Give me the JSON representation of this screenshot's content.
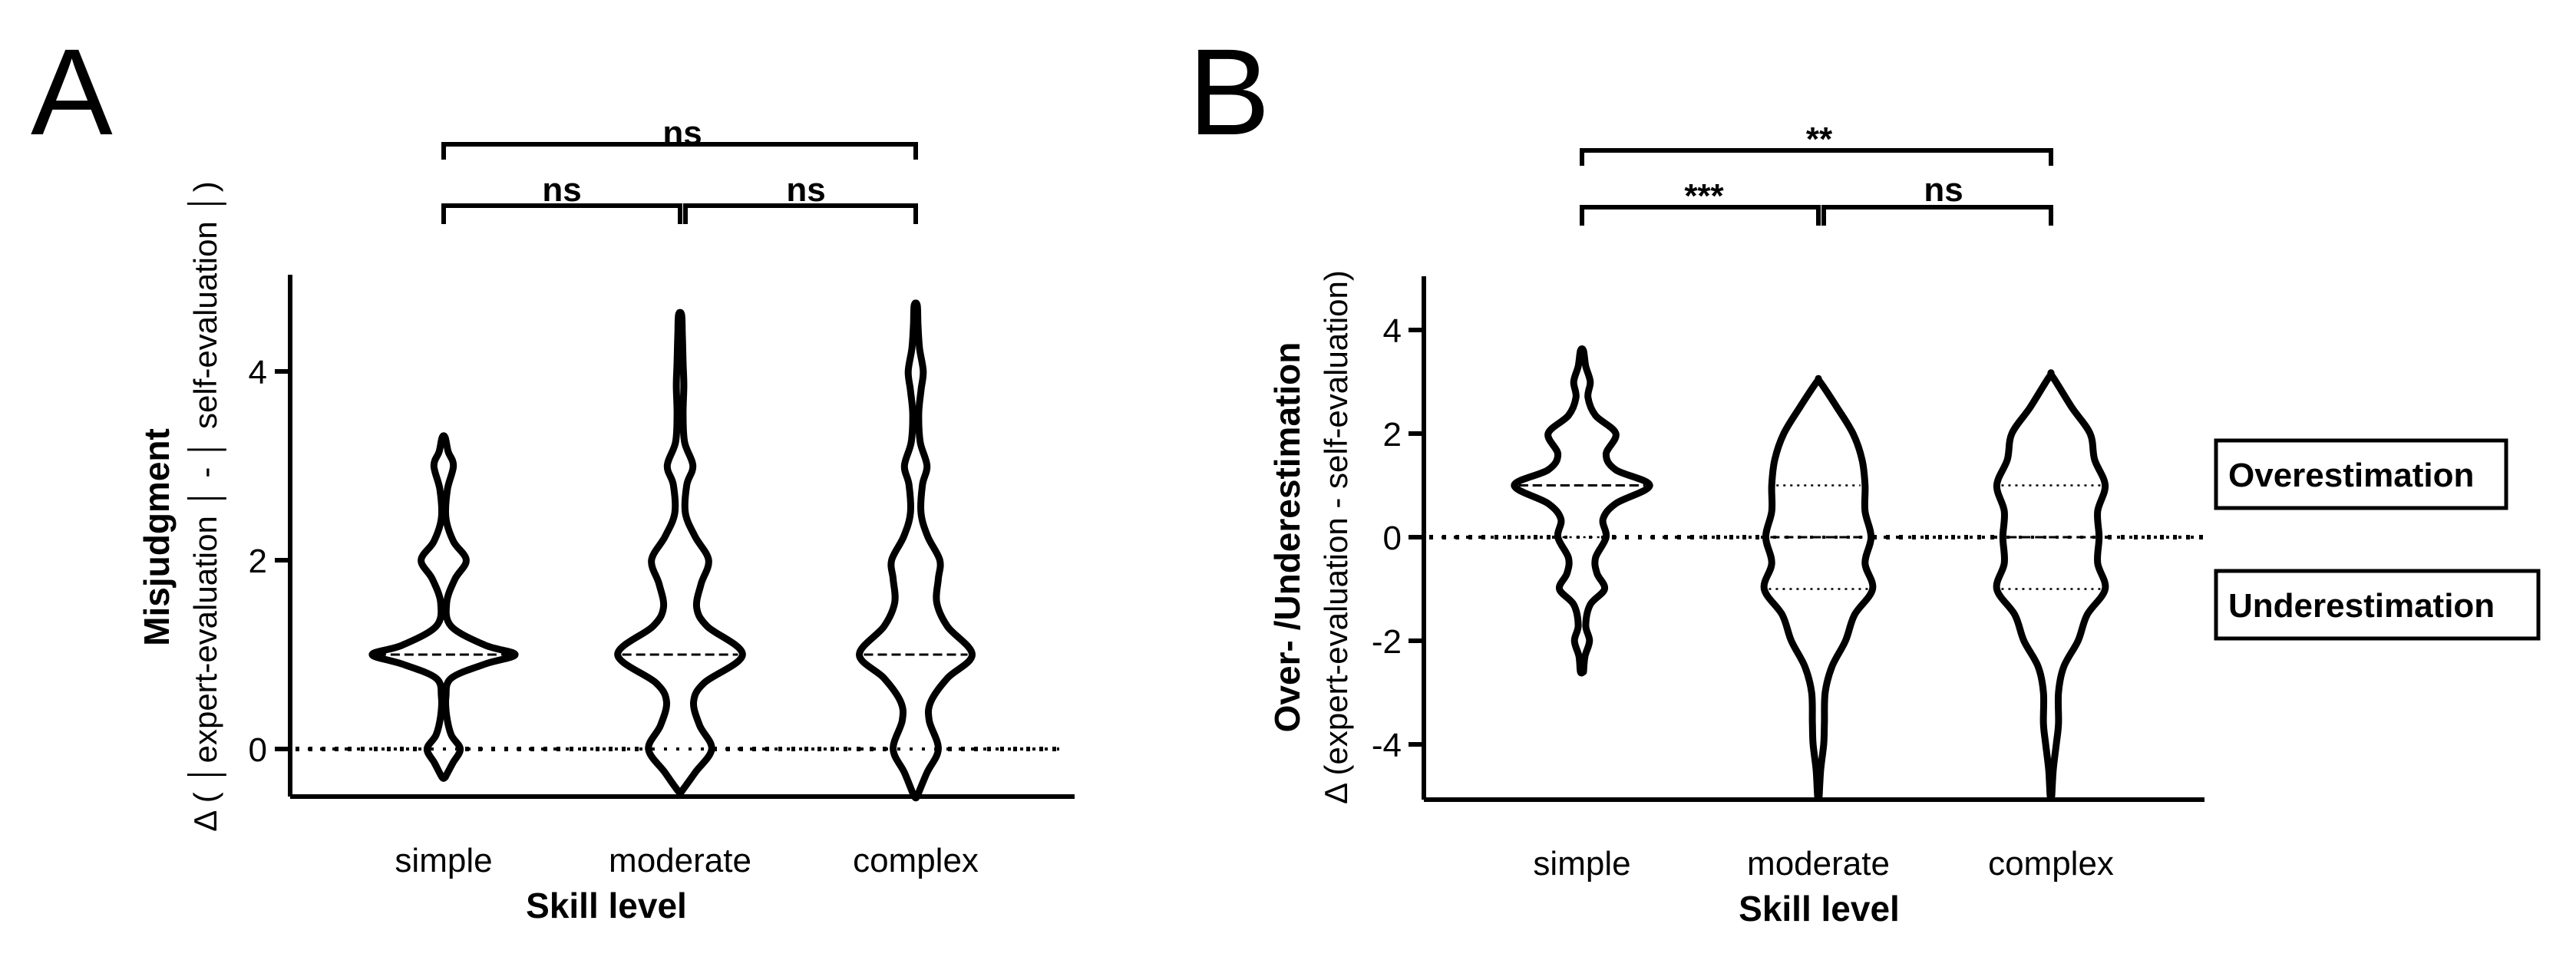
{
  "chart_data": [
    {
      "panel_label": "A",
      "type": "violin",
      "categories": [
        "simple",
        "moderate",
        "complex"
      ],
      "xlabel": "Skill level",
      "ylabel": "Misjudgment",
      "ylabel2": "Δ ( │expert-evaluation │ - │ self-evaluation │)",
      "ylim": [
        -0.5,
        5
      ],
      "yticks": [
        0,
        2,
        4
      ],
      "reference_line": 0,
      "violins": [
        {
          "name": "simple",
          "min": -0.3,
          "max": 3.3,
          "median": 1,
          "profile": [
            [
              -0.3,
              0.02
            ],
            [
              -0.15,
              0.12
            ],
            [
              0,
              0.22
            ],
            [
              0.15,
              0.1
            ],
            [
              0.35,
              0.04
            ],
            [
              0.55,
              0.03
            ],
            [
              0.75,
              0.1
            ],
            [
              0.9,
              0.55
            ],
            [
              1,
              0.95
            ],
            [
              1.1,
              0.55
            ],
            [
              1.3,
              0.1
            ],
            [
              1.55,
              0.04
            ],
            [
              1.8,
              0.15
            ],
            [
              2,
              0.3
            ],
            [
              2.2,
              0.13
            ],
            [
              2.45,
              0.03
            ],
            [
              2.75,
              0.05
            ],
            [
              3,
              0.13
            ],
            [
              3.15,
              0.06
            ],
            [
              3.3,
              0.02
            ]
          ]
        },
        {
          "name": "moderate",
          "min": -0.45,
          "max": 4.6,
          "median": 1,
          "profile": [
            [
              -0.45,
              0.02
            ],
            [
              -0.25,
              0.2
            ],
            [
              0,
              0.42
            ],
            [
              0.25,
              0.26
            ],
            [
              0.5,
              0.18
            ],
            [
              0.7,
              0.32
            ],
            [
              1,
              0.83
            ],
            [
              1.3,
              0.36
            ],
            [
              1.5,
              0.22
            ],
            [
              1.75,
              0.28
            ],
            [
              2,
              0.38
            ],
            [
              2.25,
              0.2
            ],
            [
              2.5,
              0.07
            ],
            [
              2.8,
              0.09
            ],
            [
              3,
              0.17
            ],
            [
              3.25,
              0.06
            ],
            [
              3.55,
              0.04
            ],
            [
              3.85,
              0.05
            ],
            [
              4.1,
              0.04
            ],
            [
              4.4,
              0.03
            ],
            [
              4.6,
              0.02
            ]
          ]
        },
        {
          "name": "complex",
          "min": -0.5,
          "max": 4.7,
          "median": 1,
          "profile": [
            [
              -0.5,
              0.02
            ],
            [
              -0.25,
              0.15
            ],
            [
              0,
              0.3
            ],
            [
              0.3,
              0.18
            ],
            [
              0.5,
              0.2
            ],
            [
              0.75,
              0.42
            ],
            [
              1,
              0.75
            ],
            [
              1.3,
              0.42
            ],
            [
              1.55,
              0.28
            ],
            [
              1.8,
              0.3
            ],
            [
              2,
              0.32
            ],
            [
              2.25,
              0.16
            ],
            [
              2.5,
              0.07
            ],
            [
              2.8,
              0.09
            ],
            [
              3,
              0.15
            ],
            [
              3.25,
              0.06
            ],
            [
              3.55,
              0.04
            ],
            [
              3.8,
              0.07
            ],
            [
              4,
              0.1
            ],
            [
              4.25,
              0.05
            ],
            [
              4.5,
              0.03
            ],
            [
              4.7,
              0.02
            ]
          ]
        }
      ],
      "comparisons": [
        {
          "from": "simple",
          "to": "moderate",
          "label": "ns"
        },
        {
          "from": "moderate",
          "to": "complex",
          "label": "ns"
        },
        {
          "from": "simple",
          "to": "complex",
          "label": "ns"
        }
      ]
    },
    {
      "panel_label": "B",
      "type": "violin",
      "categories": [
        "simple",
        "moderate",
        "complex"
      ],
      "xlabel": "Skill level",
      "ylabel": "Over- /Underestimation",
      "ylabel2": "Δ (expert-evaluation - self-evaluation)",
      "ylim": [
        -5,
        5
      ],
      "yticks": [
        -4,
        -2,
        0,
        2,
        4
      ],
      "reference_line": 0,
      "violins": [
        {
          "name": "simple",
          "min": -2.6,
          "max": 3.6,
          "median": 1,
          "quartiles": [
            0,
            1
          ],
          "profile": [
            [
              -2.6,
              0.02
            ],
            [
              -2.3,
              0.04
            ],
            [
              -2,
              0.1
            ],
            [
              -1.7,
              0.05
            ],
            [
              -1.3,
              0.11
            ],
            [
              -1,
              0.3
            ],
            [
              -0.7,
              0.2
            ],
            [
              -0.4,
              0.18
            ],
            [
              0,
              0.32
            ],
            [
              0.35,
              0.28
            ],
            [
              0.65,
              0.45
            ],
            [
              1,
              0.9
            ],
            [
              1.3,
              0.45
            ],
            [
              1.6,
              0.32
            ],
            [
              2,
              0.45
            ],
            [
              2.35,
              0.18
            ],
            [
              2.7,
              0.08
            ],
            [
              3,
              0.11
            ],
            [
              3.3,
              0.05
            ],
            [
              3.6,
              0.02
            ]
          ]
        },
        {
          "name": "moderate",
          "min": -5,
          "max": 3,
          "median": 0,
          "quartiles": [
            -1,
            1
          ],
          "profile": [
            [
              -5,
              0.01
            ],
            [
              -4.5,
              0.03
            ],
            [
              -4,
              0.07
            ],
            [
              -3.6,
              0.08
            ],
            [
              -3,
              0.09
            ],
            [
              -2.5,
              0.18
            ],
            [
              -2,
              0.36
            ],
            [
              -1.5,
              0.48
            ],
            [
              -1,
              0.72
            ],
            [
              -0.5,
              0.62
            ],
            [
              0,
              0.7
            ],
            [
              0.5,
              0.62
            ],
            [
              1,
              0.62
            ],
            [
              1.5,
              0.58
            ],
            [
              2,
              0.46
            ],
            [
              2.5,
              0.25
            ],
            [
              3,
              0.02
            ]
          ]
        },
        {
          "name": "complex",
          "min": -5,
          "max": 3.1,
          "median": 0,
          "quartiles": [
            -1,
            1
          ],
          "profile": [
            [
              -5,
              0.01
            ],
            [
              -4.5,
              0.03
            ],
            [
              -4,
              0.07
            ],
            [
              -3.6,
              0.1
            ],
            [
              -3,
              0.1
            ],
            [
              -2.5,
              0.17
            ],
            [
              -2,
              0.36
            ],
            [
              -1.5,
              0.48
            ],
            [
              -1,
              0.72
            ],
            [
              -0.5,
              0.62
            ],
            [
              0,
              0.64
            ],
            [
              0.5,
              0.62
            ],
            [
              1,
              0.72
            ],
            [
              1.5,
              0.58
            ],
            [
              2,
              0.52
            ],
            [
              2.5,
              0.28
            ],
            [
              3.1,
              0.02
            ]
          ]
        }
      ],
      "comparisons": [
        {
          "from": "simple",
          "to": "moderate",
          "label": "***"
        },
        {
          "from": "moderate",
          "to": "complex",
          "label": "ns"
        },
        {
          "from": "simple",
          "to": "complex",
          "label": "**"
        }
      ],
      "annotations": [
        "Overestimation",
        "Underestimation"
      ]
    }
  ]
}
